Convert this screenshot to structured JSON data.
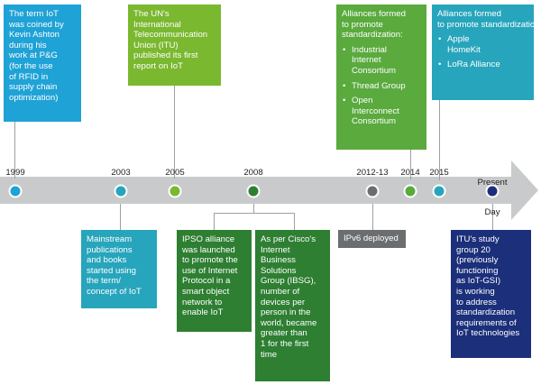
{
  "colors": {
    "cyan": "#1fa2d6",
    "teal": "#27a5bc",
    "lime": "#7ab82f",
    "green": "#5aaa3e",
    "dark_green": "#2e7f32",
    "gray": "#6b6e70",
    "navy": "#1b2f7a",
    "arrow": "#c8cacc"
  },
  "years": {
    "y1999": "1999",
    "y2003": "2003",
    "y2005": "2005",
    "y2008": "2008",
    "y2012_13": "2012-13",
    "y2014": "2014",
    "y2015": "2015",
    "present": [
      "Present",
      "Day"
    ]
  },
  "events": {
    "iot_coined": [
      "The term IoT",
      "was coined by",
      "Kevin Ashton",
      "during his",
      "work at P&G",
      "(for the use",
      "of RFID in",
      "supply chain",
      "optimization)"
    ],
    "mainstream": [
      "Mainstream",
      "publications",
      "and books",
      "started using",
      "the term/",
      "concept of IoT"
    ],
    "itu_report": [
      "The UN's",
      "International",
      "Telecommunication",
      "Union (ITU)",
      "published its first",
      "report on IoT"
    ],
    "ipso": [
      "IPSO alliance",
      "was launched",
      "to promote the",
      "use of Internet",
      "Protocol in a",
      "smart object",
      "network to",
      "enable IoT"
    ],
    "cisco": [
      "As per Cisco's",
      "Internet",
      "Business",
      "Solutions",
      "Group (IBSG),",
      "number of",
      "devices per",
      "person in the",
      "world, became",
      "greater than",
      "1 for the first",
      "time"
    ],
    "ipv6": [
      "IPv6 deployed"
    ],
    "alliances_2014": {
      "heading": [
        "Alliances formed",
        "to promote",
        "standardization:"
      ],
      "bullets": [
        [
          "Industrial",
          "Internet",
          "Consortium"
        ],
        [
          "Thread Group"
        ],
        [
          "Open",
          "Interconnect",
          "Consortium"
        ]
      ]
    },
    "alliances_2015": {
      "heading": [
        "Alliances formed",
        "to promote standardization:"
      ],
      "bullets": [
        [
          "Apple",
          "HomeKit"
        ],
        [
          "LoRa Alliance"
        ]
      ]
    },
    "itu_sg20": [
      "ITU's study",
      "group 20",
      "(previously",
      "functioning",
      "as IoT-GSI)",
      "is working",
      "to address",
      "standardization",
      "requirements of",
      "IoT technologies"
    ]
  }
}
